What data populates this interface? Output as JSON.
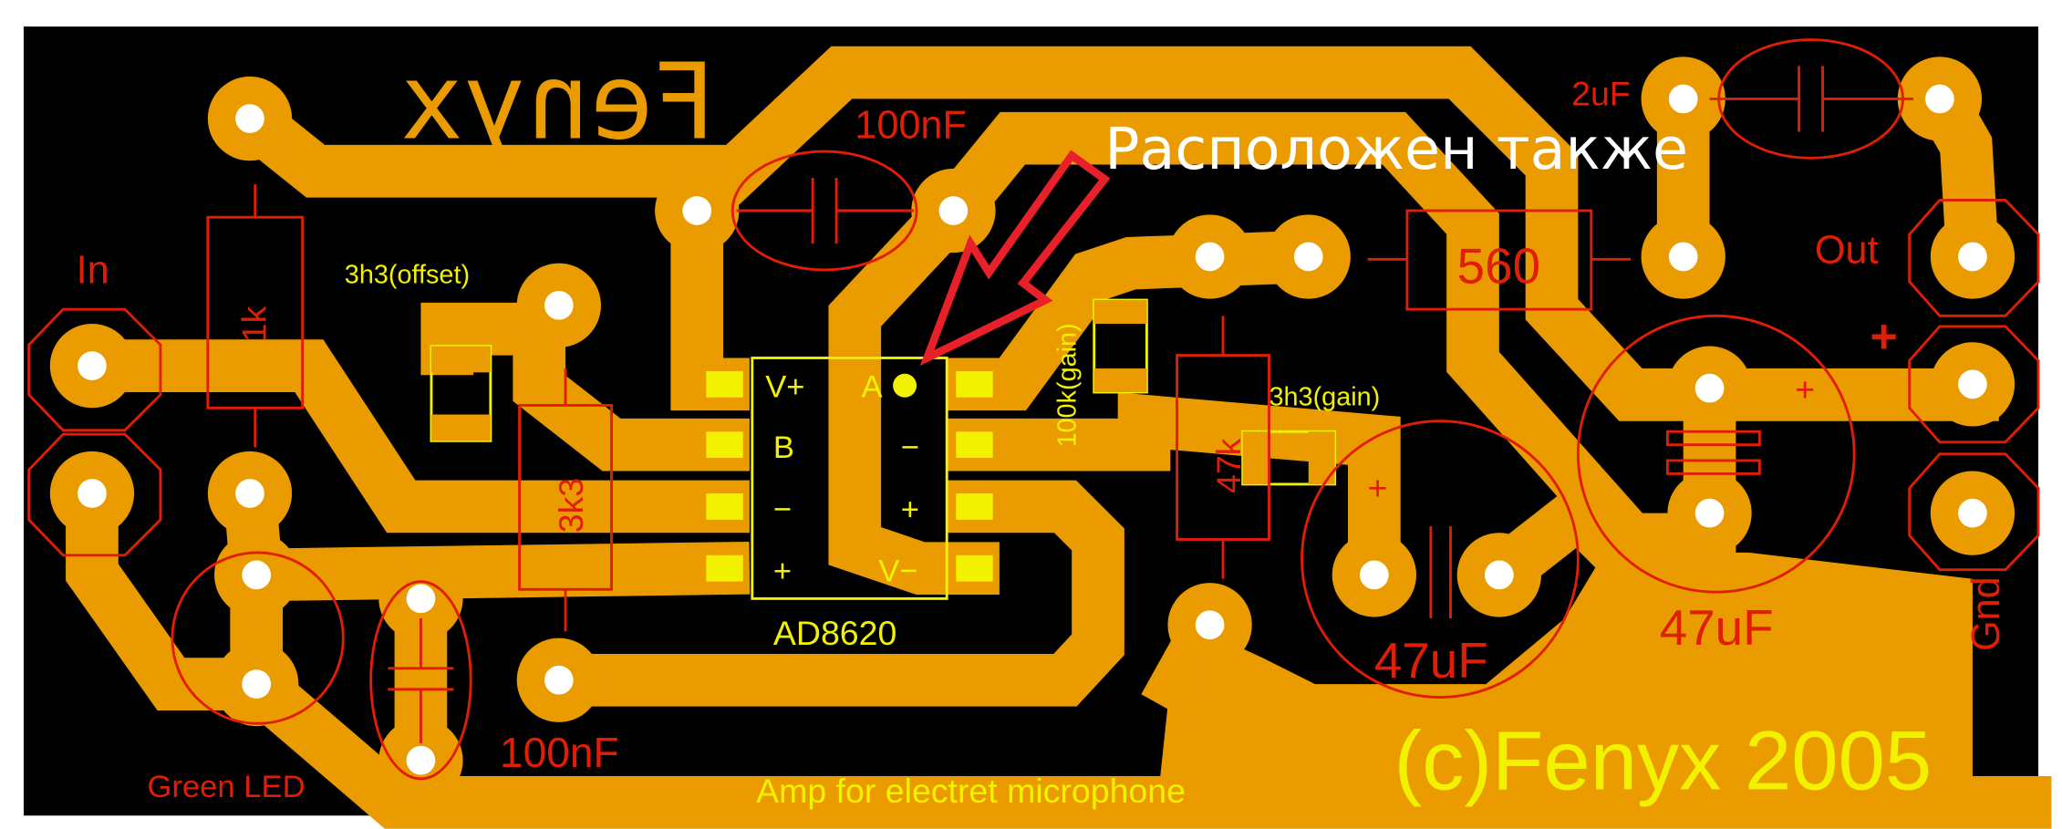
{
  "colors": {
    "copper": "#EA9B00",
    "silk_red": "#E01E05",
    "silk_yellow": "#F2F200",
    "board": "#000000",
    "annotation": "#FFFFFF",
    "arrow": "#E8202A"
  },
  "board": {
    "copper_logo": "Fenyx",
    "annotation": "Расположен также",
    "credit": "(c)Fenyx 2005",
    "title": "Amp for electret microphone"
  },
  "components": {
    "c_top": "100nF",
    "c_2u": "2uF",
    "r_1k": "1k",
    "r_3k3": "3k3",
    "r_47k": "47k",
    "r_560": "560",
    "smd_offset": "3h3(offset)",
    "smd_gain_100k": "100k(gain)",
    "smd_gain_3h3": "3h3(gain)",
    "c_47_left": "47uF",
    "c_47_right": "47uF",
    "c_bottom": "100nF",
    "led": "Green LED"
  },
  "connectors": {
    "in": "In",
    "out": "Out",
    "gnd": "Gnd",
    "plus": "+"
  },
  "ic": {
    "name": "AD8620",
    "pins_left": [
      "V+",
      "B",
      "−",
      "+"
    ],
    "pins_right": [
      "A",
      "−",
      "+",
      "V−"
    ]
  },
  "polarity": {
    "c47_left": "+",
    "c47_right": "+"
  }
}
